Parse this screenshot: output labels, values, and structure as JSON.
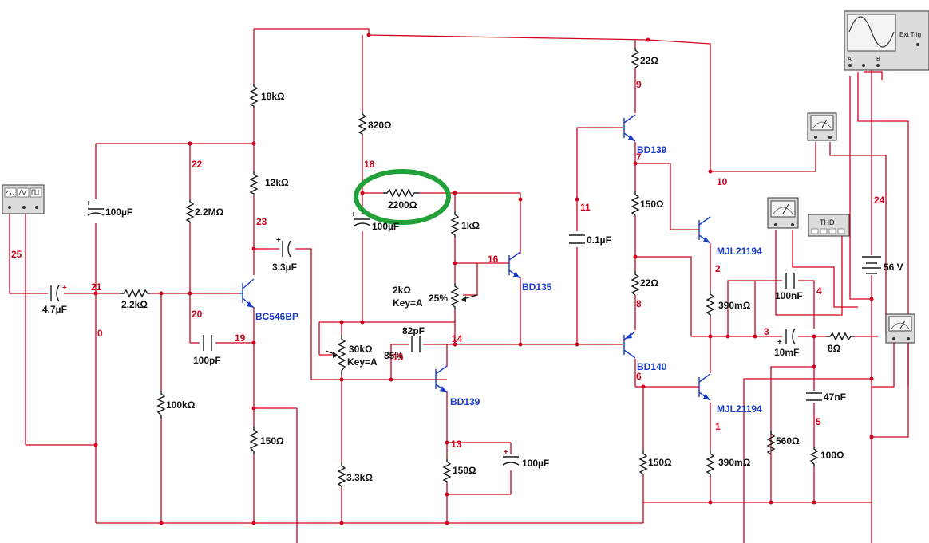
{
  "components": {
    "r_18k": "18kΩ",
    "r_12k": "12kΩ",
    "r_820": "820Ω",
    "r_2200": "2200Ω",
    "r_1k": "1kΩ",
    "r_2_2m": "2.2MΩ",
    "c_100u_a": "100µF",
    "c_100u_b": "100µF",
    "c_3_3u": "3.3µF",
    "c_4_7u": "4.7µF",
    "r_2_2k": "2.2kΩ",
    "c_100p": "100pF",
    "r_100k": "100kΩ",
    "r_150_a": "150Ω",
    "pot_30k": "30kΩ",
    "pot_30k_key": "Key=A",
    "pot_30k_pct": "85%",
    "c_82p": "82pF",
    "pot_2k": "2kΩ",
    "pot_2k_key": "Key=A",
    "pot_2k_pct": "25%",
    "r_3_3k": "3.3kΩ",
    "r_150_b": "150Ω",
    "c_100u_c": "100µF",
    "c_0_1u": "0.1µF",
    "r_22_a": "22Ω",
    "r_150_c": "150Ω",
    "r_22_b": "22Ω",
    "r_150_d": "150Ω",
    "r_390m_a": "390mΩ",
    "r_390m_b": "390mΩ",
    "c_100n": "100nF",
    "c_10m": "10mF",
    "r_8": "8Ω",
    "c_47n": "47nF",
    "r_560": "560Ω",
    "r_100": "100Ω",
    "battery": "56 V"
  },
  "transistors": {
    "q1": "BC546BP",
    "q2": "BD135",
    "q3": "BD139",
    "q4": "BD139",
    "q5": "BD140",
    "q6": "MJL21194",
    "q7": "MJL21194"
  },
  "nets": {
    "n0": "0",
    "n1": "1",
    "n2": "2",
    "n3": "3",
    "n4": "4",
    "n5": "5",
    "n6": "6",
    "n7": "7",
    "n8": "8",
    "n9": "9",
    "n10": "10",
    "n11": "11",
    "n13": "13",
    "n14": "14",
    "n15": "15",
    "n16": "16",
    "n18": "18",
    "n19": "19",
    "n20": "20",
    "n21": "21",
    "n22": "22",
    "n23": "23",
    "n24": "24",
    "n25": "25"
  },
  "instruments": {
    "thd": "THD",
    "ext_trig": "Ext Trig",
    "scope_a": "A",
    "scope_b": "B"
  },
  "colors": {
    "wire": "#d0021b",
    "highlight": "#22a03a",
    "transistor_label": "#1a3cc8"
  }
}
